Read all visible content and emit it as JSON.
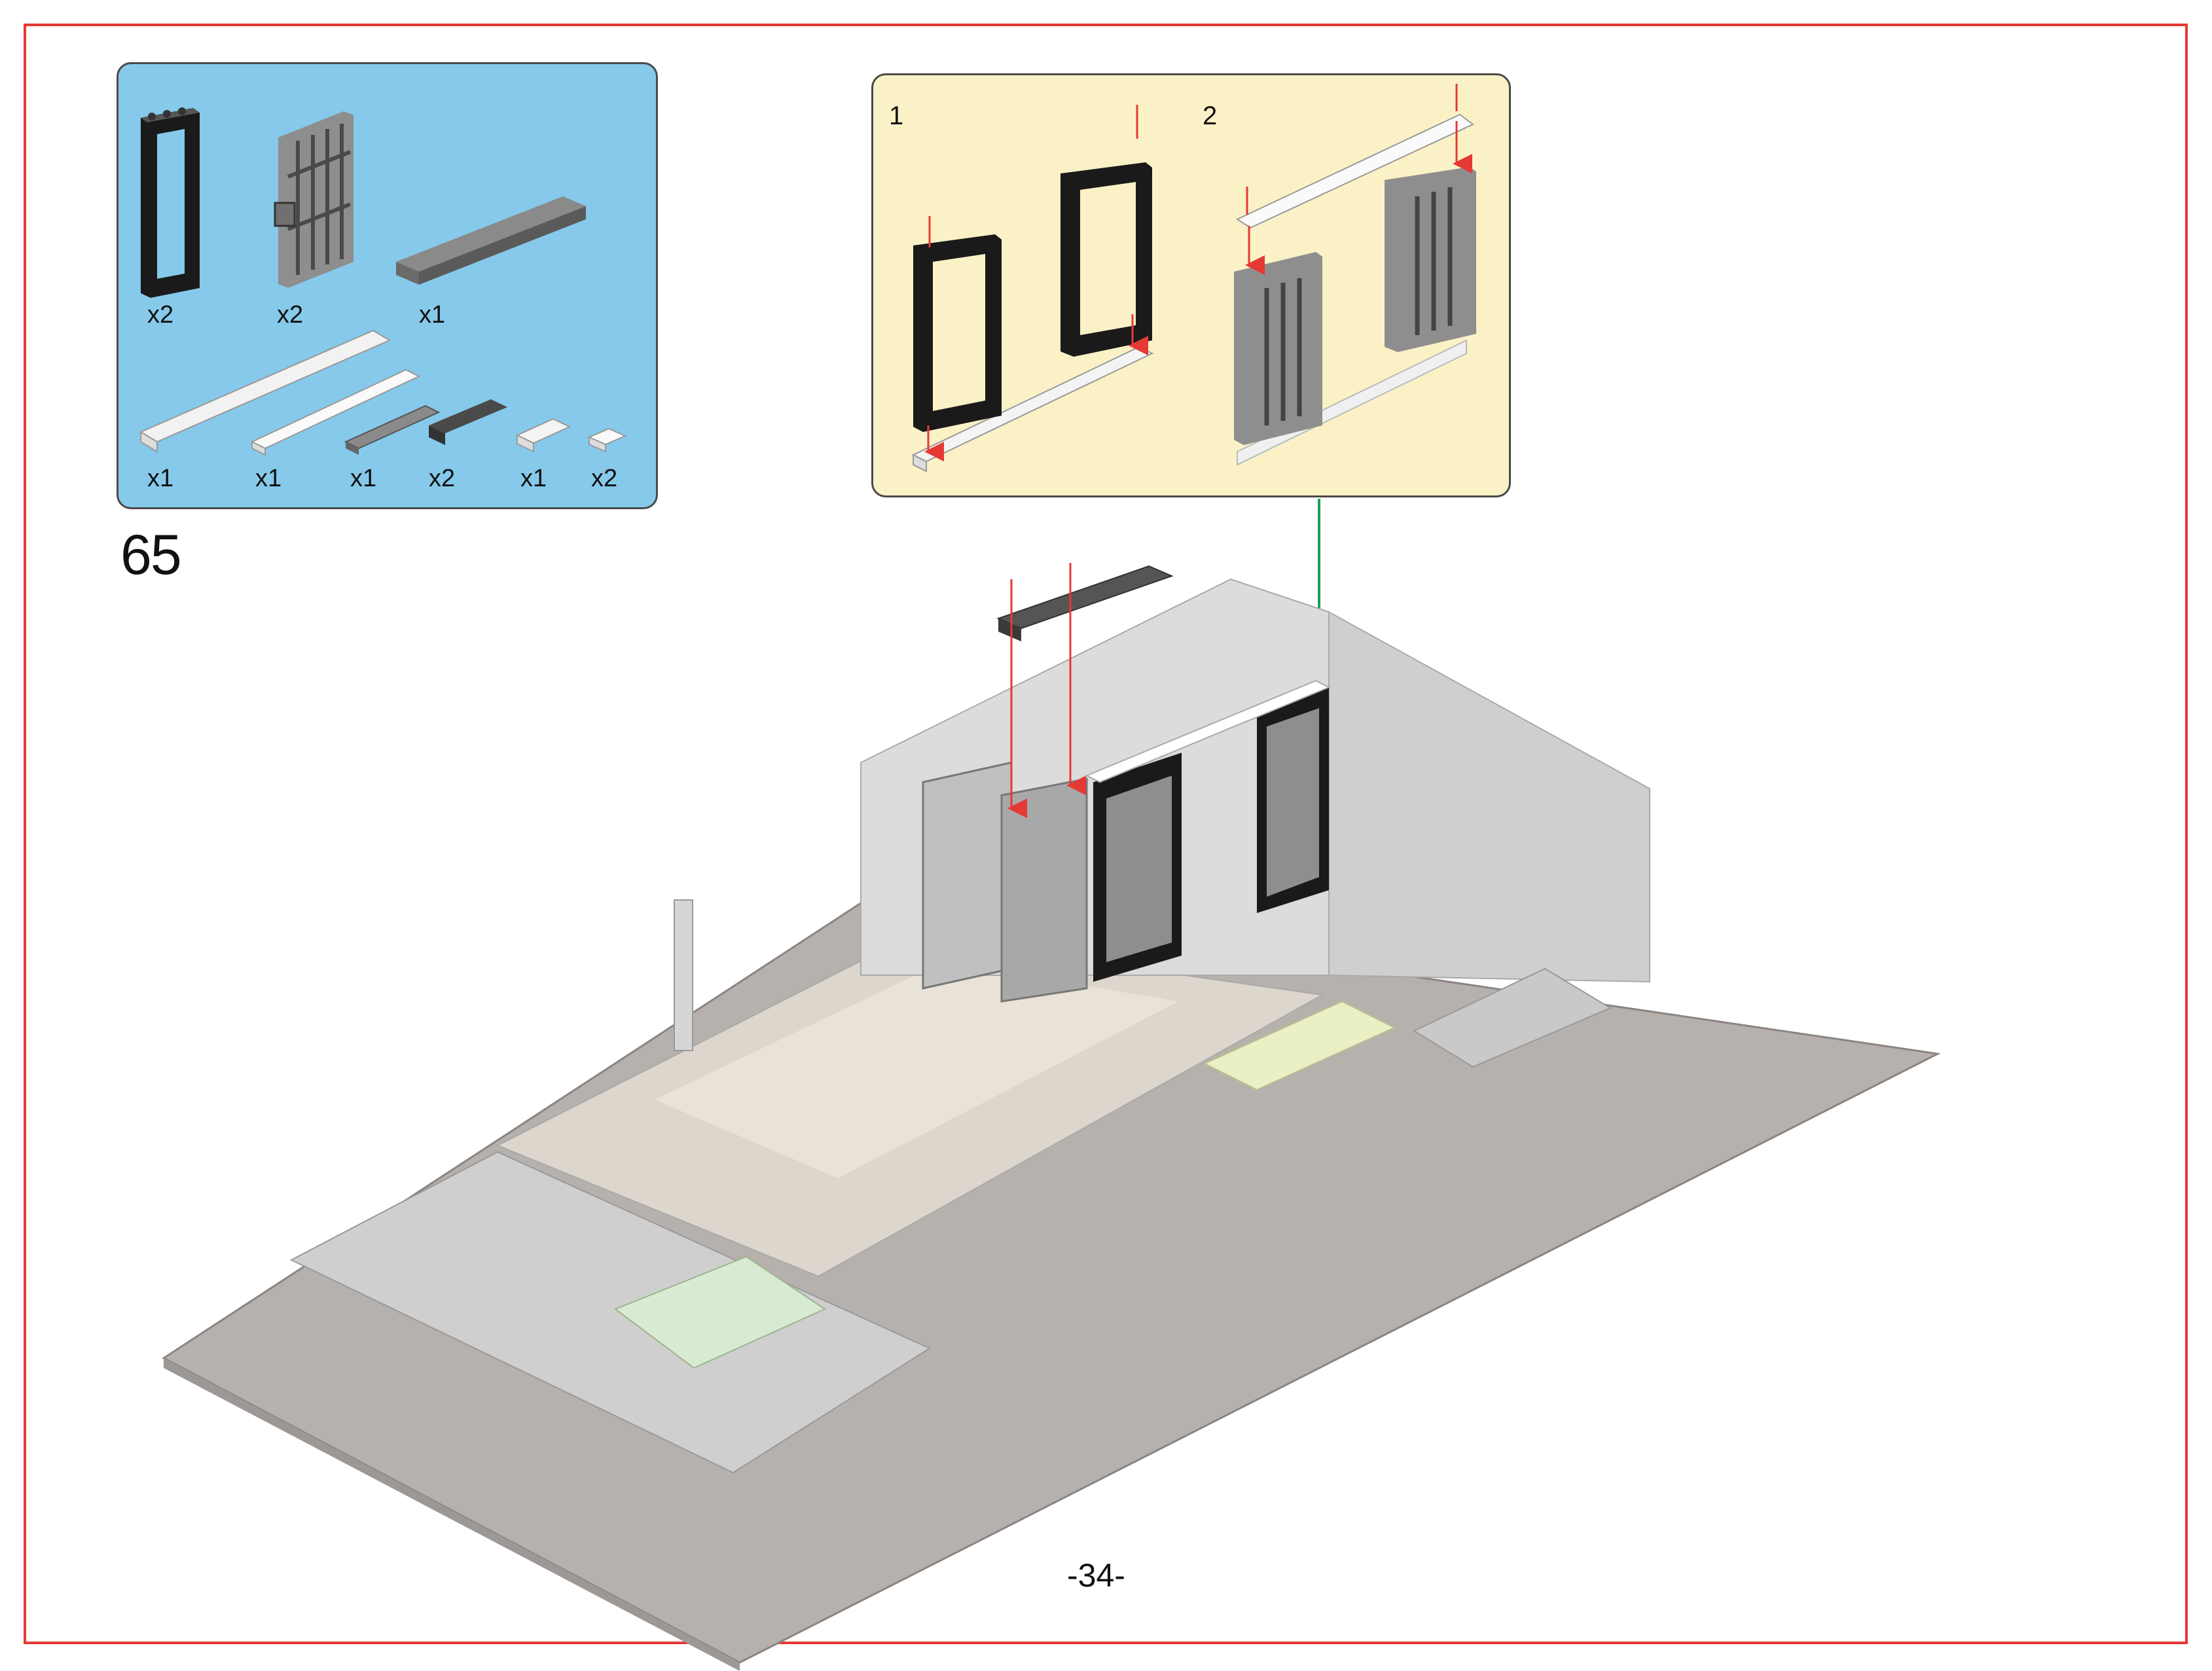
{
  "step": {
    "number": "65"
  },
  "parts": [
    {
      "icon": "black-door-frame-icon",
      "qty": "x2"
    },
    {
      "icon": "gray-bar-door-icon",
      "qty": "x2"
    },
    {
      "icon": "dark-gray-plate-1x8-icon",
      "qty": "x1"
    },
    {
      "icon": "white-plate-1x12-icon",
      "qty": "x1"
    },
    {
      "icon": "white-tile-1x8-icon",
      "qty": "x1"
    },
    {
      "icon": "gray-tile-1x4-icon",
      "qty": "x1"
    },
    {
      "icon": "dark-plate-1x3-icon",
      "qty": "x2"
    },
    {
      "icon": "white-plate-1x2-icon",
      "qty": "x1"
    },
    {
      "icon": "white-tile-1x1-icon",
      "qty": "x2"
    }
  ],
  "substeps": [
    {
      "number": "1"
    },
    {
      "number": "2"
    }
  ],
  "page": {
    "number": "-34-"
  },
  "colors": {
    "frame": "#e53935",
    "parts_bg": "#86c9ea",
    "substep_bg": "#fbf1c6",
    "arrow_red": "#e53935",
    "arrow_green": "#1e9e57"
  }
}
